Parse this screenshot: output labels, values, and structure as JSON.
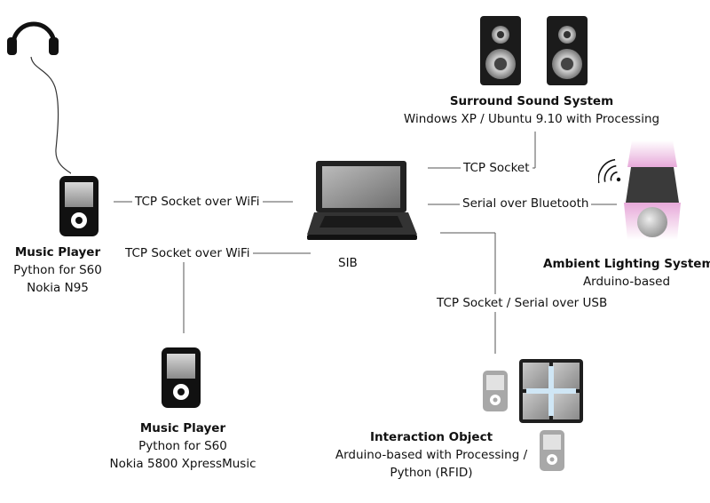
{
  "hub": {
    "label": "SIB"
  },
  "links": {
    "player1": "TCP Socket over WiFi",
    "player2": "TCP Socket over WiFi",
    "sound": "TCP Socket",
    "lighting": "Serial over Bluetooth",
    "interaction": "TCP Socket / Serial over USB"
  },
  "nodes": {
    "player1": {
      "title": "Music Player",
      "line1": "Python for S60",
      "line2": "Nokia N95"
    },
    "player2": {
      "title": "Music Player",
      "line1": "Python for S60",
      "line2": "Nokia 5800 XpressMusic"
    },
    "sound": {
      "title": "Surround Sound System",
      "line1": "Windows XP / Ubuntu 9.10 with Processing"
    },
    "lighting": {
      "title": "Ambient Lighting System",
      "line1": "Arduino-based"
    },
    "interaction": {
      "title": "Interaction Object",
      "line1": "Arduino-based with Processing /",
      "line2": "Python (RFID)"
    }
  },
  "icons": [
    "headphones-icon",
    "music-player-icon",
    "laptop-icon",
    "speaker-icon",
    "lamp-icon",
    "wireless-signal-icon",
    "tile-grid-icon"
  ]
}
